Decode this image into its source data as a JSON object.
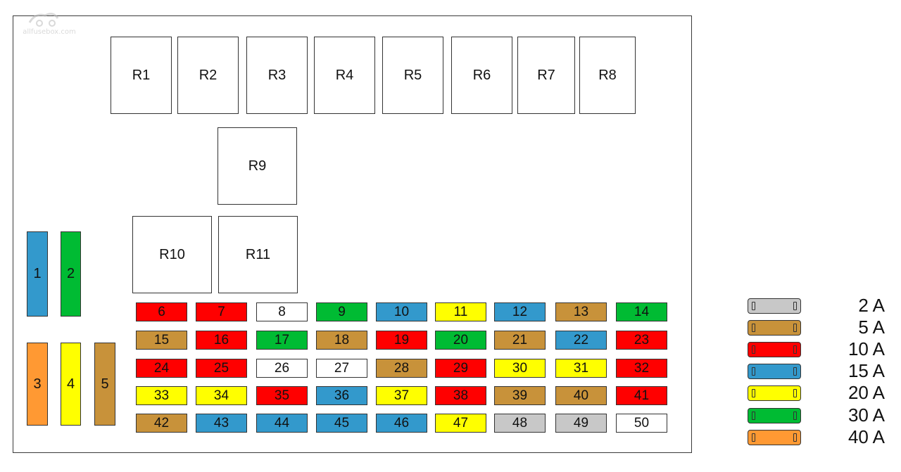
{
  "watermark": {
    "text": "allfusebox.com"
  },
  "relays": [
    {
      "id": "R1",
      "label": "R1"
    },
    {
      "id": "R2",
      "label": "R2"
    },
    {
      "id": "R3",
      "label": "R3"
    },
    {
      "id": "R4",
      "label": "R4"
    },
    {
      "id": "R5",
      "label": "R5"
    },
    {
      "id": "R6",
      "label": "R6"
    },
    {
      "id": "R7",
      "label": "R7"
    },
    {
      "id": "R8",
      "label": "R8"
    },
    {
      "id": "R9",
      "label": "R9"
    },
    {
      "id": "R10",
      "label": "R10"
    },
    {
      "id": "R11",
      "label": "R11"
    }
  ],
  "big_fuses": [
    {
      "label": "1",
      "rating": "15 A"
    },
    {
      "label": "2",
      "rating": "30 A"
    },
    {
      "label": "3",
      "rating": "40 A"
    },
    {
      "label": "4",
      "rating": "20 A"
    },
    {
      "label": "5",
      "rating": "5 A"
    }
  ],
  "fuses": [
    {
      "label": "6",
      "rating": "10 A"
    },
    {
      "label": "7",
      "rating": "10 A"
    },
    {
      "label": "8",
      "rating": "empty"
    },
    {
      "label": "9",
      "rating": "30 A"
    },
    {
      "label": "10",
      "rating": "15 A"
    },
    {
      "label": "11",
      "rating": "20 A"
    },
    {
      "label": "12",
      "rating": "15 A"
    },
    {
      "label": "13",
      "rating": "5 A"
    },
    {
      "label": "14",
      "rating": "30 A"
    },
    {
      "label": "15",
      "rating": "5 A"
    },
    {
      "label": "16",
      "rating": "10 A"
    },
    {
      "label": "17",
      "rating": "30 A"
    },
    {
      "label": "18",
      "rating": "5 A"
    },
    {
      "label": "19",
      "rating": "10 A"
    },
    {
      "label": "20",
      "rating": "30 A"
    },
    {
      "label": "21",
      "rating": "5 A"
    },
    {
      "label": "22",
      "rating": "15 A"
    },
    {
      "label": "23",
      "rating": "10 A"
    },
    {
      "label": "24",
      "rating": "10 A"
    },
    {
      "label": "25",
      "rating": "10 A"
    },
    {
      "label": "26",
      "rating": "empty"
    },
    {
      "label": "27",
      "rating": "empty"
    },
    {
      "label": "28",
      "rating": "5 A"
    },
    {
      "label": "29",
      "rating": "10 A"
    },
    {
      "label": "30",
      "rating": "20 A"
    },
    {
      "label": "31",
      "rating": "20 A"
    },
    {
      "label": "32",
      "rating": "10 A"
    },
    {
      "label": "33",
      "rating": "20 A"
    },
    {
      "label": "34",
      "rating": "20 A"
    },
    {
      "label": "35",
      "rating": "10 A"
    },
    {
      "label": "36",
      "rating": "15 A"
    },
    {
      "label": "37",
      "rating": "20 A"
    },
    {
      "label": "38",
      "rating": "10 A"
    },
    {
      "label": "39",
      "rating": "5 A"
    },
    {
      "label": "40",
      "rating": "5 A"
    },
    {
      "label": "41",
      "rating": "10 A"
    },
    {
      "label": "42",
      "rating": "5 A"
    },
    {
      "label": "43",
      "rating": "15 A"
    },
    {
      "label": "44",
      "rating": "15 A"
    },
    {
      "label": "45",
      "rating": "15 A"
    },
    {
      "label": "46",
      "rating": "15 A"
    },
    {
      "label": "47",
      "rating": "20 A"
    },
    {
      "label": "48",
      "rating": "2 A"
    },
    {
      "label": "49",
      "rating": "2 A"
    },
    {
      "label": "50",
      "rating": "empty"
    }
  ],
  "legend": [
    {
      "label": "2 A",
      "color": "#c8c8c8"
    },
    {
      "label": "5 A",
      "color": "#c8923a"
    },
    {
      "label": "10 A",
      "color": "#ff0000"
    },
    {
      "label": "15 A",
      "color": "#3399cc"
    },
    {
      "label": "20 A",
      "color": "#ffff00"
    },
    {
      "label": "30 A",
      "color": "#00bb33"
    },
    {
      "label": "40 A",
      "color": "#ff9933"
    }
  ],
  "empty_color": "#ffffff"
}
